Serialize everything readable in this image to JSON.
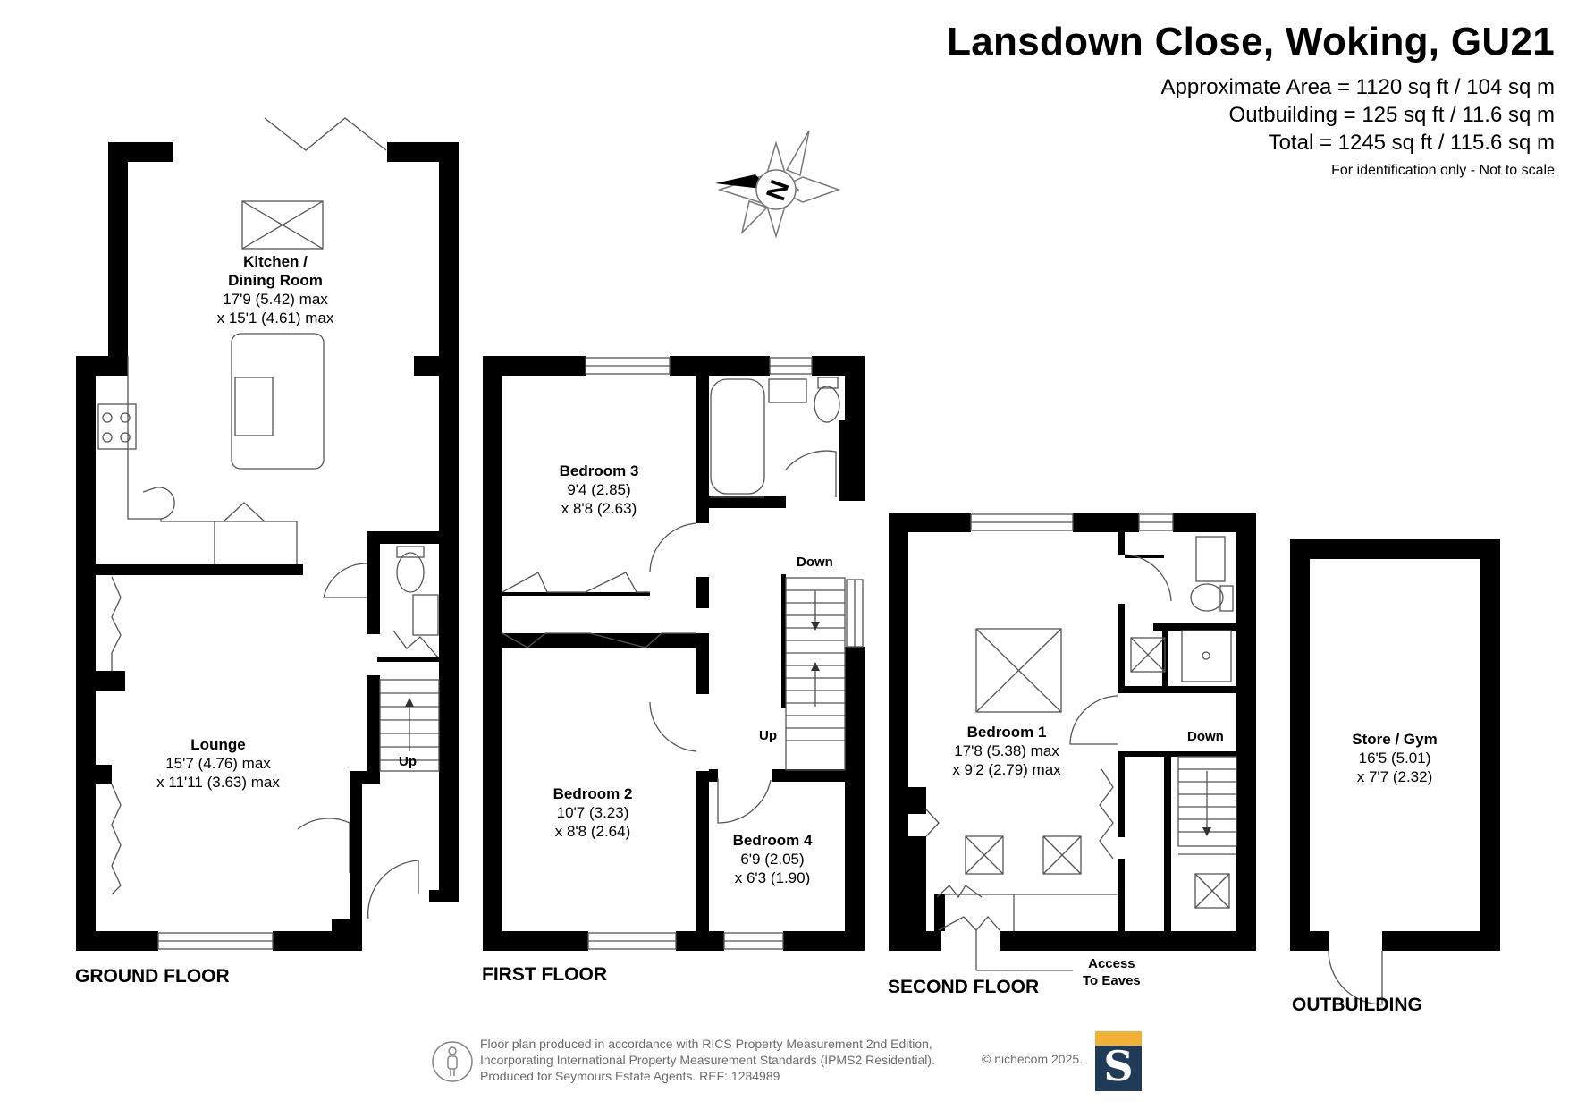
{
  "header": {
    "title": "Lansdown Close, Woking, GU21",
    "area_approx": "Approximate Area = 1120 sq ft / 104 sq m",
    "area_outbuilding": "Outbuilding = 125 sq ft / 11.6 sq m",
    "area_total": "Total = 1245 sq ft / 115.6 sq m",
    "note": "For identification only - Not to scale"
  },
  "compass": {
    "letter": "N",
    "icon": "compass-icon"
  },
  "floors": {
    "ground": {
      "label": "GROUND FLOOR",
      "rooms": {
        "kitchen": {
          "name_1": "Kitchen /",
          "name_2": "Dining Room",
          "dim_1": "17'9 (5.42) max",
          "dim_2": "x 15'1 (4.61) max"
        },
        "lounge": {
          "name": "Lounge",
          "dim_1": "15'7 (4.76) max",
          "dim_2": "x 11'11 (3.63) max"
        }
      },
      "stairs_label": "Up"
    },
    "first": {
      "label": "FIRST FLOOR",
      "rooms": {
        "bedroom3": {
          "name": "Bedroom 3",
          "dim_1": "9'4 (2.85)",
          "dim_2": "x 8'8 (2.63)"
        },
        "bedroom2": {
          "name": "Bedroom 2",
          "dim_1": "10'7 (3.23)",
          "dim_2": "x 8'8 (2.64)"
        },
        "bedroom4": {
          "name": "Bedroom 4",
          "dim_1": "6'9 (2.05)",
          "dim_2": "x 6'3 (1.90)"
        }
      },
      "stairs_down": "Down",
      "stairs_up": "Up"
    },
    "second": {
      "label": "SECOND FLOOR",
      "rooms": {
        "bedroom1": {
          "name": "Bedroom 1",
          "dim_1": "17'8 (5.38) max",
          "dim_2": "x 9'2 (2.79) max"
        }
      },
      "stairs_down": "Down",
      "eaves_1": "Access",
      "eaves_2": "To Eaves"
    },
    "outbuilding": {
      "label": "OUTBUILDING",
      "rooms": {
        "store": {
          "name": "Store / Gym",
          "dim_1": "16'5 (5.01)",
          "dim_2": "x 7'7 (2.32)"
        }
      }
    }
  },
  "footer": {
    "line_1": "Floor plan produced in accordance with RICS Property Measurement 2nd Edition,",
    "line_2": "Incorporating International Property Measurement Standards (IPMS2 Residential).",
    "line_3": "Produced for Seymours Estate Agents.   REF: 1284989",
    "copyright": "© nichecom 2025.",
    "logo_letter": "S",
    "logo_colors": {
      "navy": "#1f3b57",
      "gold": "#f2b134"
    }
  },
  "colors": {
    "wall": "#000000",
    "fixture": "#555555",
    "text_grey": "#6b6b6b"
  }
}
